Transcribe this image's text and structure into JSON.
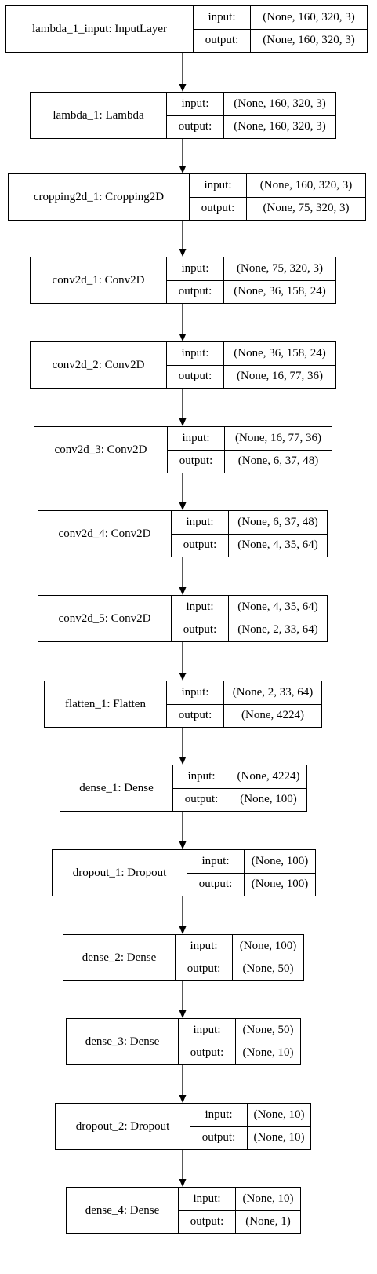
{
  "labels": {
    "input": "input:",
    "output": "output:"
  },
  "layers": [
    {
      "name": "lambda_1_input: InputLayer",
      "input": "(None, 160, 320, 3)",
      "output": "(None, 160, 320, 3)"
    },
    {
      "name": "lambda_1: Lambda",
      "input": "(None, 160, 320, 3)",
      "output": "(None, 160, 320, 3)"
    },
    {
      "name": "cropping2d_1: Cropping2D",
      "input": "(None, 160, 320, 3)",
      "output": "(None, 75, 320, 3)"
    },
    {
      "name": "conv2d_1: Conv2D",
      "input": "(None, 75, 320, 3)",
      "output": "(None, 36, 158, 24)"
    },
    {
      "name": "conv2d_2: Conv2D",
      "input": "(None, 36, 158, 24)",
      "output": "(None, 16, 77, 36)"
    },
    {
      "name": "conv2d_3: Conv2D",
      "input": "(None, 16, 77, 36)",
      "output": "(None, 6, 37, 48)"
    },
    {
      "name": "conv2d_4: Conv2D",
      "input": "(None, 6, 37, 48)",
      "output": "(None, 4, 35, 64)"
    },
    {
      "name": "conv2d_5: Conv2D",
      "input": "(None, 4, 35, 64)",
      "output": "(None, 2, 33, 64)"
    },
    {
      "name": "flatten_1: Flatten",
      "input": "(None, 2, 33, 64)",
      "output": "(None, 4224)"
    },
    {
      "name": "dense_1: Dense",
      "input": "(None, 4224)",
      "output": "(None, 100)"
    },
    {
      "name": "dropout_1: Dropout",
      "input": "(None, 100)",
      "output": "(None, 100)"
    },
    {
      "name": "dense_2: Dense",
      "input": "(None, 100)",
      "output": "(None, 50)"
    },
    {
      "name": "dense_3: Dense",
      "input": "(None, 50)",
      "output": "(None, 10)"
    },
    {
      "name": "dropout_2: Dropout",
      "input": "(None, 10)",
      "output": "(None, 10)"
    },
    {
      "name": "dense_4: Dense",
      "input": "(None, 10)",
      "output": "(None, 1)"
    }
  ]
}
